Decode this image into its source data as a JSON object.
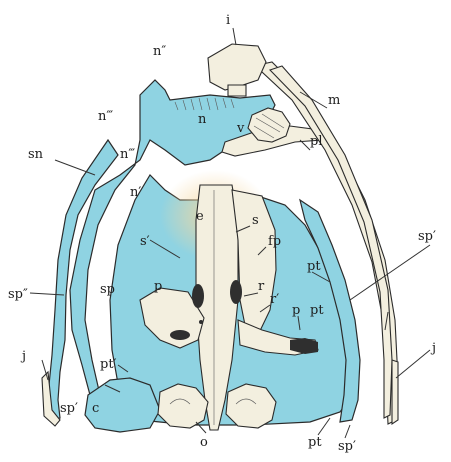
{
  "figure": {
    "colors": {
      "cartilage": "#8fd3e2",
      "bone": "#f3efdf",
      "outline": "#2b2b2b",
      "glow": "#f3d7a1"
    },
    "labels": {
      "i": "i",
      "n2": "n″",
      "n3a": "n‴",
      "n3b": "n‴",
      "n": "n",
      "v": "v",
      "m": "m",
      "pl": "pl",
      "sn": "sn",
      "n1": "n′",
      "e": "e",
      "s": "s",
      "fp": "fp",
      "s1": "s′",
      "pt_right": "pt",
      "sp1_right": "sp′",
      "sp2_left": "sp″",
      "r": "r",
      "r1": "r′",
      "p_mid": "p",
      "pt_mid": "pt",
      "sp_left": "sp",
      "p_left": "p",
      "j_right": "j",
      "j_left": "j",
      "pt1_left": "pt′",
      "sp1_left": "sp′",
      "c": "c",
      "pt_bottom": "pt",
      "o": "o",
      "sp1_bottom": "sp′"
    }
  }
}
